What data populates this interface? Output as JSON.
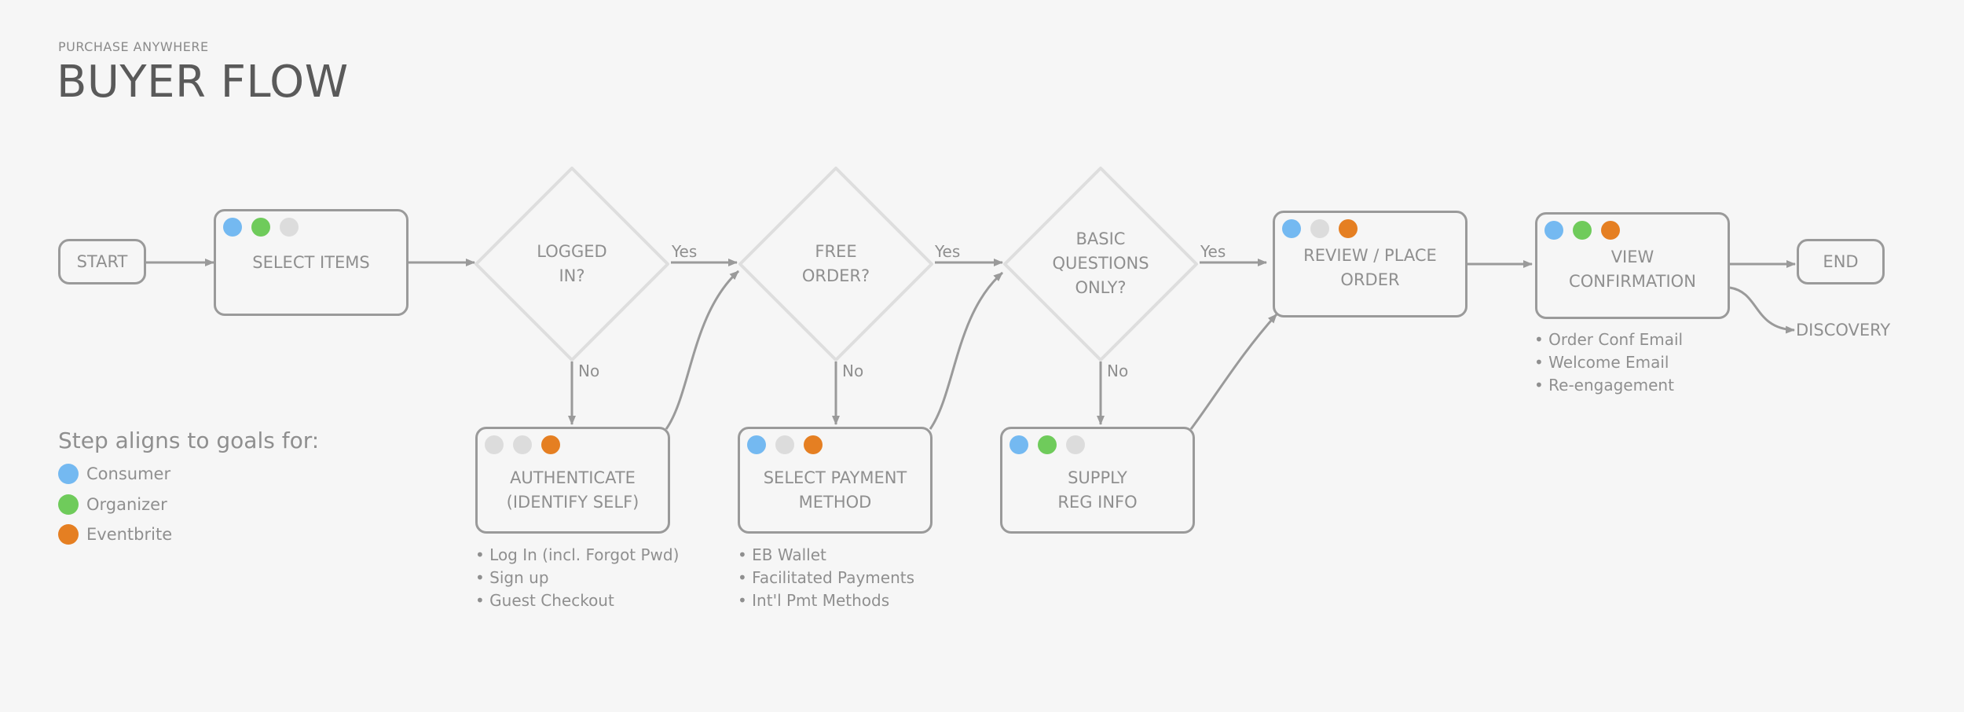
{
  "header": {
    "subtitle": "PURCHASE ANYWHERE",
    "title": "BUYER FLOW"
  },
  "colors": {
    "consumer": "#74b9f1",
    "organizer": "#6fcb5b",
    "eventbrite": "#e57f22",
    "off": "#dcdcdc",
    "stroke": "#9a9a9a"
  },
  "nodes": {
    "start": "START",
    "select_items": "SELECT ITEMS",
    "logged_in": "LOGGED\nIN?",
    "free_order": "FREE\nORDER?",
    "basic_questions": "BASIC\nQUESTIONS\nONLY?",
    "review": "REVIEW / PLACE\nORDER",
    "view_confirmation": "VIEW\nCONFIRMATION",
    "end": "END",
    "authenticate": "AUTHENTICATE\n(IDENTIFY SELF)",
    "select_payment": "SELECT PAYMENT\nMETHOD",
    "supply_reg": "SUPPLY\nREG INFO",
    "discovery": "DISCOVERY"
  },
  "goal_dots": {
    "select_items": [
      "consumer",
      "organizer",
      "off"
    ],
    "review": [
      "consumer",
      "off",
      "eventbrite"
    ],
    "view_confirmation": [
      "consumer",
      "organizer",
      "eventbrite"
    ],
    "authenticate": [
      "off",
      "off",
      "eventbrite"
    ],
    "select_payment": [
      "consumer",
      "off",
      "eventbrite"
    ],
    "supply_reg": [
      "consumer",
      "organizer",
      "off"
    ]
  },
  "edge_labels": {
    "yes": "Yes",
    "no": "No"
  },
  "notes": {
    "authenticate": [
      "Log In (incl. Forgot Pwd)",
      "Sign up",
      "Guest Checkout"
    ],
    "select_payment": [
      "EB Wallet",
      "Facilitated Payments",
      "Int'l Pmt Methods"
    ],
    "view_confirmation": [
      "Order Conf Email",
      "Welcome Email",
      "Re-engagement"
    ]
  },
  "legend": {
    "title": "Step aligns to goals for:",
    "items": [
      {
        "label": "Consumer",
        "color": "#74b9f1"
      },
      {
        "label": "Organizer",
        "color": "#6fcb5b"
      },
      {
        "label": "Eventbrite",
        "color": "#e57f22"
      }
    ]
  }
}
